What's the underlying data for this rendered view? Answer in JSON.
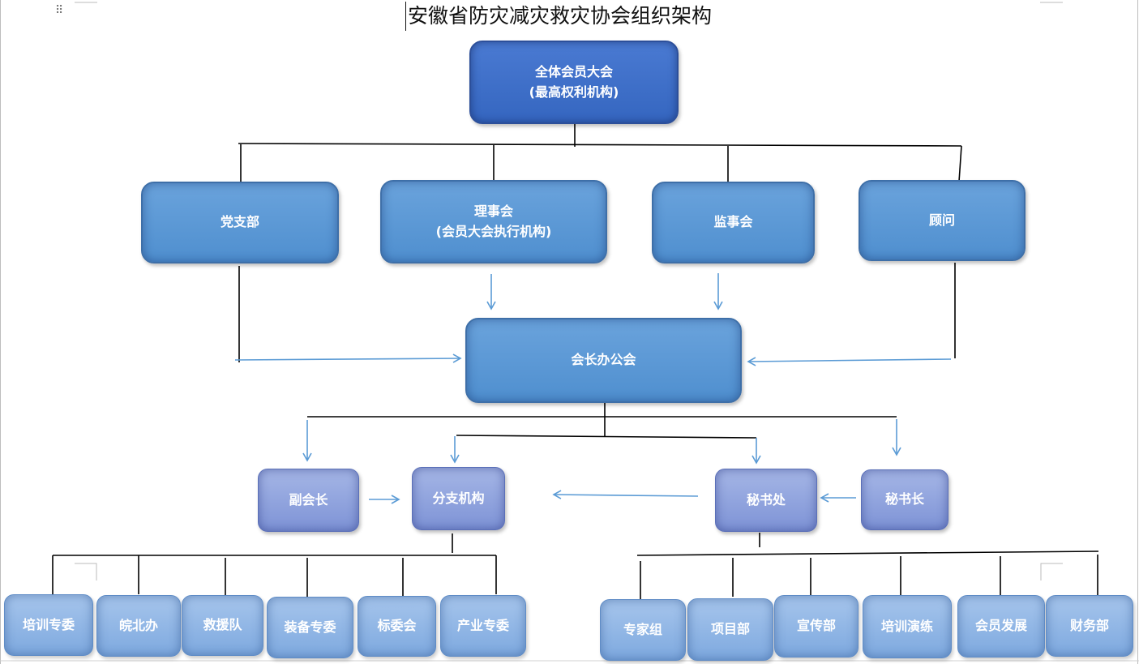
{
  "title": "安徽省防灾减灾救灾协会组织架构",
  "nodes": {
    "general_assembly": {
      "line1": "全体会员大会",
      "line2": "(最高权利机构)"
    },
    "party_branch": {
      "label": "党支部"
    },
    "council": {
      "line1": "理事会",
      "line2": "(会员大会执行机构)"
    },
    "supervisory_board": {
      "label": "监事会"
    },
    "advisors": {
      "label": "顾问"
    },
    "president_office": {
      "label": "会长办公会"
    },
    "vice_president": {
      "label": "副会长"
    },
    "branches": {
      "label": "分支机构"
    },
    "secretariat": {
      "label": "秘书处"
    },
    "secretary_general": {
      "label": "秘书长"
    }
  },
  "branch_units": [
    {
      "label": "培训专委"
    },
    {
      "label": "皖北办"
    },
    {
      "label": "救援队"
    },
    {
      "label": "装备专委"
    },
    {
      "label": "标委会"
    },
    {
      "label": "产业专委"
    }
  ],
  "secretariat_units": [
    {
      "label": "专家组"
    },
    {
      "label": "项目部"
    },
    {
      "label": "宣传部"
    },
    {
      "label": "培训演练"
    },
    {
      "label": "会员发展"
    },
    {
      "label": "财务部"
    }
  ],
  "colors": {
    "top_node": "#3f70c8",
    "level1_node": "#5b9bd5",
    "level2_node": "#8fa3de",
    "level3_node": "#92b8e6",
    "arrow": "#5b9bd5",
    "connector": "#000000"
  }
}
